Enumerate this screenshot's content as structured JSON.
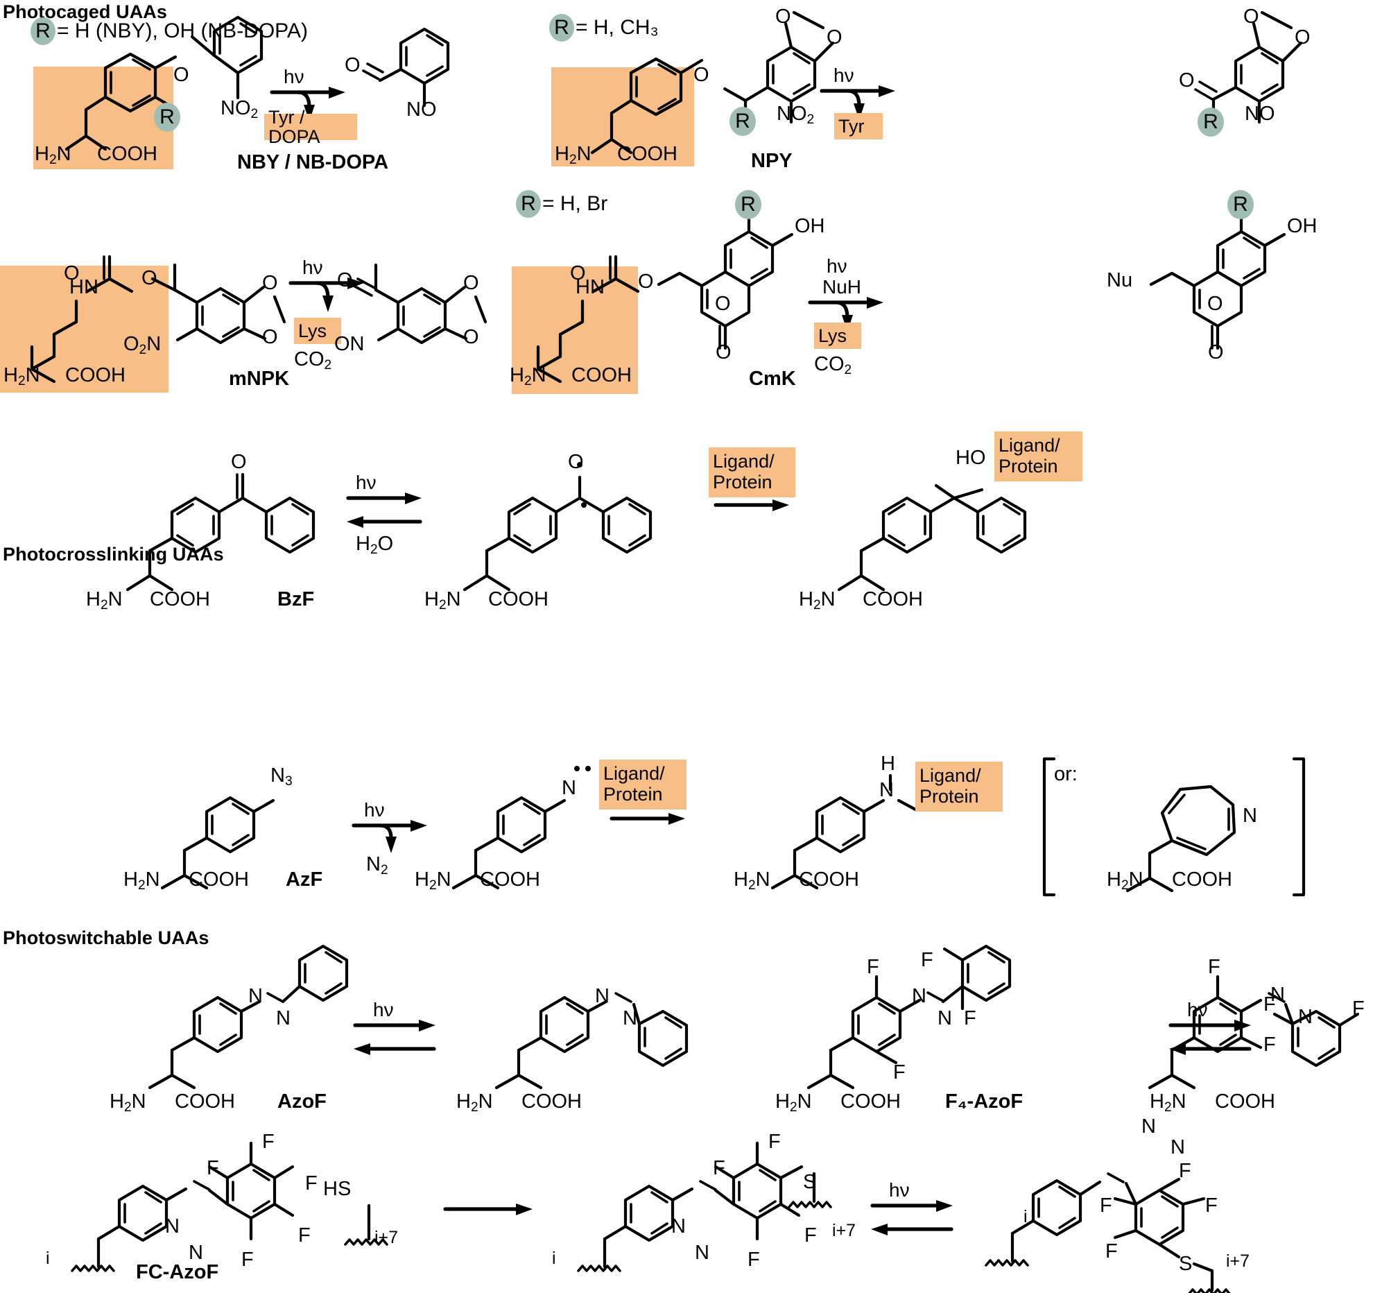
{
  "sections": [
    {
      "id": "photocaged",
      "title": "Photocaged UAAs"
    },
    {
      "id": "photocrosslinking",
      "title": "Photocrosslinking UAAs"
    },
    {
      "id": "photoswitchable",
      "title": "Photoswitchable UAAs"
    }
  ],
  "r_definitions": [
    {
      "id": "nby",
      "badge": "R",
      "text": "= H (NBY), OH (NB-DOPA)"
    },
    {
      "id": "npy",
      "badge": "R",
      "text": "= H, CH₃"
    },
    {
      "id": "cmk",
      "badge": "R",
      "text": "= H, Br"
    }
  ],
  "schemes": [
    {
      "id": "nby-nbdopa",
      "name": "NBY / NB-DOPA",
      "arrow_top": "hν",
      "product_tag": "Tyr / DOPA",
      "reactant_labels": [
        "O",
        "NO₂",
        "R",
        "H₂N",
        "COOH"
      ],
      "product_labels": [
        "O",
        "NO"
      ]
    },
    {
      "id": "npy",
      "name": "NPY",
      "arrow_top": "hν",
      "product_tag": "Tyr",
      "reactant_labels": [
        "O",
        "O",
        "O",
        "NO₂",
        "R",
        "H₂N",
        "COOH"
      ],
      "product_labels": [
        "O",
        "O",
        "O",
        "R",
        "NO"
      ]
    },
    {
      "id": "mnpk",
      "name": "mNPK",
      "arrow_top": "hν",
      "product_tag": "Lys",
      "byproduct": "CO₂",
      "reactant_labels": [
        "O",
        "HN",
        "O",
        "O",
        "O",
        "O₂N",
        "H₂N",
        "COOH"
      ],
      "product_labels": [
        "O",
        "O",
        "O",
        "ON"
      ]
    },
    {
      "id": "cmk",
      "name": "CmK",
      "arrow_top": "hν",
      "arrow_top2": "NuH",
      "product_tag": "Lys",
      "byproduct": "CO₂",
      "reactant_labels": [
        "O",
        "HN",
        "O",
        "R",
        "OH",
        "O",
        "O",
        "H₂N",
        "COOH"
      ],
      "product_labels": [
        "Nu",
        "R",
        "OH",
        "O",
        "O"
      ]
    },
    {
      "id": "bzf",
      "name": "BzF",
      "arrow_top": "hν",
      "arrow_bottom": "H₂O",
      "intermediate_tag": "Ligand/\nProtein",
      "product_tag": "Ligand/\nProtein",
      "reactant_labels": [
        "O",
        "H₂N",
        "COOH"
      ],
      "intermediate_labels": [
        "O",
        "H₂N",
        "COOH"
      ],
      "product_labels": [
        "HO",
        "H₂N",
        "COOH"
      ]
    },
    {
      "id": "azf",
      "name": "AzF",
      "arrow_top": "hν",
      "arrow_bottom": "N₂",
      "intermediate_tag": "Ligand/\nProtein",
      "product_tag": "Ligand/\nProtein",
      "bracket_note": "or:",
      "reactant_labels": [
        "N₃",
        "H₂N",
        "COOH"
      ],
      "intermediate_labels": [
        "N",
        "H₂N",
        "COOH"
      ],
      "product_labels": [
        "H",
        "N",
        "H₂N",
        "COOH"
      ],
      "alt_labels": [
        "N",
        "H₂N",
        "COOH"
      ]
    },
    {
      "id": "azof",
      "name": "AzoF",
      "arrow_top": "hν",
      "reactant_labels": [
        "N",
        "N",
        "H₂N",
        "COOH"
      ],
      "product_labels": [
        "N",
        "N",
        "H₂N",
        "COOH"
      ]
    },
    {
      "id": "f4azof",
      "name": "F₄-AzoF",
      "arrow_top": "hν",
      "reactant_labels": [
        "F",
        "F",
        "F",
        "F",
        "N",
        "N",
        "H₂N",
        "COOH"
      ],
      "product_labels": [
        "F",
        "F",
        "F",
        "F",
        "N",
        "N",
        "H₂N",
        "COOH"
      ]
    },
    {
      "id": "fcazof",
      "name": "FC-AzoF",
      "arrow_top": "hν",
      "thiol_label": "HS",
      "residue_i": "i",
      "residue_i7": "i+7",
      "reactant_labels": [
        "N",
        "N",
        "F",
        "F",
        "F",
        "F",
        "i",
        "i+7"
      ],
      "product_labels": [
        "N",
        "N",
        "F",
        "F",
        "F",
        "F",
        "S",
        "i",
        "i+7"
      ],
      "final_labels": [
        "N",
        "N",
        "F",
        "F",
        "F",
        "F",
        "S",
        "i",
        "i+7"
      ]
    }
  ],
  "colors": {
    "highlight": "#f7bf87",
    "r_badge": "#9fbdb2",
    "stroke": "#000000",
    "background": "#ffffff"
  },
  "glyphs": {
    "hv": "hν",
    "O": "O",
    "N": "N",
    "F": "F",
    "S": "S",
    "HS": "HS",
    "HO": "HO",
    "OH": "OH",
    "NO": "NO",
    "ON": "ON",
    "NO2": "NO₂",
    "O2N": "O₂N",
    "N2": "N₂",
    "N3": "N₃",
    "H2O": "H₂O",
    "CO2": "CO₂",
    "H2N": "H₂N",
    "COOH": "COOH",
    "HN": "HN",
    "Nu": "Nu",
    "NuH": "NuH",
    "H": "H",
    "R": "R",
    "or": "or:",
    "i": "i",
    "i7": "i+7"
  }
}
